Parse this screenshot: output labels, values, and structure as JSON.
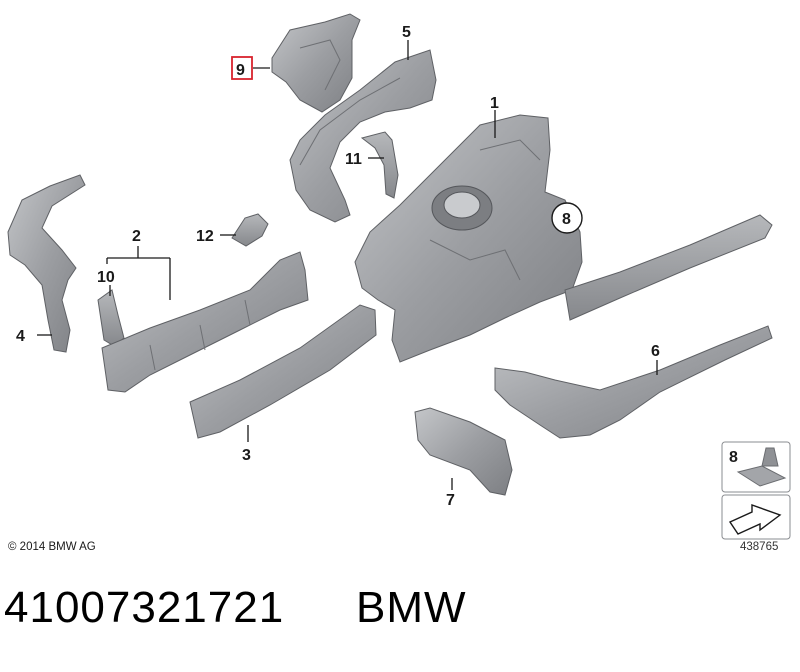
{
  "diagram": {
    "callouts": [
      {
        "id": "1",
        "label": "1"
      },
      {
        "id": "2",
        "label": "2"
      },
      {
        "id": "3",
        "label": "3"
      },
      {
        "id": "4",
        "label": "4"
      },
      {
        "id": "5",
        "label": "5"
      },
      {
        "id": "6",
        "label": "6"
      },
      {
        "id": "7",
        "label": "7"
      },
      {
        "id": "8",
        "label": "8"
      },
      {
        "id": "9",
        "label": "9"
      },
      {
        "id": "10",
        "label": "10"
      },
      {
        "id": "11",
        "label": "11"
      },
      {
        "id": "12",
        "label": "12"
      }
    ],
    "highlight_callout": "9",
    "highlight_color": "#d9232e",
    "part_fill_color": "#9a9ca0",
    "legend_box": {
      "label": "8"
    },
    "copyright": "© 2014 BMW AG",
    "reference_number": "438765"
  },
  "footer": {
    "part_number": "41007321721",
    "brand": "BMW"
  }
}
